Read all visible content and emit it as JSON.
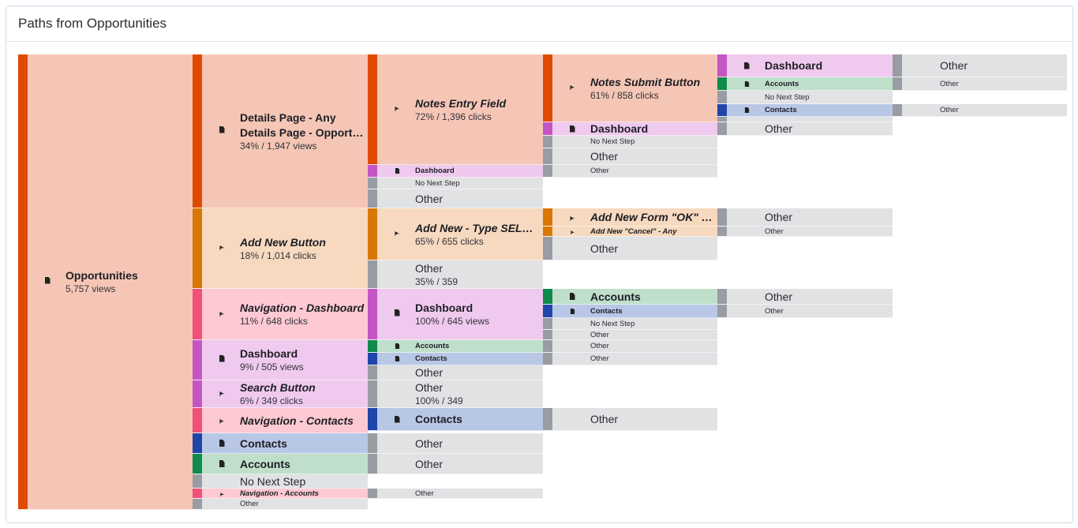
{
  "title": "Paths from Opportunities",
  "colors": {
    "red": {
      "bar": "#e04a00",
      "bg": "#f5c6b5"
    },
    "orange": {
      "bar": "#d97706",
      "bg": "#f6d9bf"
    },
    "pink": {
      "bar": "#f0507a",
      "bg": "#fdc9d3"
    },
    "purple": {
      "bar": "#c455c4",
      "bg": "#efc9ee"
    },
    "blue": {
      "bar": "#1f45a8",
      "bg": "#b9c7e6"
    },
    "green": {
      "bar": "#0e8a4a",
      "bg": "#bfdfcb"
    },
    "gray": {
      "bar": "#9a9ca3",
      "bg": "#e1e2e4"
    }
  },
  "nodes": [
    {
      "label": "Opportunities",
      "sub": "5,757 views",
      "icon": "page",
      "color": "red"
    },
    {
      "label": "Details Page - Any",
      "label2": "Details Page - Opportu...",
      "sub": "34% / 1,947 views",
      "icon": "page",
      "color": "red"
    },
    {
      "label": "Add New Button",
      "sub": "18% / 1,014 clicks",
      "icon": "cursor",
      "color": "orange"
    },
    {
      "label": "Navigation - Dashboard",
      "sub": "11% / 648 clicks",
      "icon": "cursor",
      "color": "pink"
    },
    {
      "label": "Dashboard",
      "sub": "9% / 505 views",
      "icon": "page",
      "color": "purple"
    },
    {
      "label": "Search Button",
      "sub": "6% / 349 clicks",
      "icon": "cursor",
      "color": "purple"
    },
    {
      "label": "Navigation - Contacts",
      "icon": "cursor",
      "color": "pink"
    },
    {
      "label": "Contacts",
      "icon": "page",
      "color": "blue"
    },
    {
      "label": "Accounts",
      "icon": "page",
      "color": "green"
    },
    {
      "label": "No Next Step",
      "color": "gray"
    },
    {
      "label": "Navigation - Accounts",
      "icon": "cursor",
      "color": "pink"
    },
    {
      "label": "Other",
      "color": "gray"
    },
    {
      "label": "Notes Entry Field",
      "sub": "72% / 1,396 clicks",
      "icon": "cursor",
      "color": "red"
    },
    {
      "label": "Dashboard",
      "icon": "page",
      "color": "purple"
    },
    {
      "label": "No Next Step",
      "color": "gray"
    },
    {
      "label": "Other",
      "color": "gray"
    },
    {
      "label": "Add New - Type SELECT",
      "sub": "65% / 655 clicks",
      "icon": "cursor",
      "color": "orange"
    },
    {
      "label": "Other",
      "sub": "35% / 359",
      "color": "gray"
    },
    {
      "label": "Dashboard",
      "sub": "100% / 645 views",
      "icon": "page",
      "color": "purple"
    },
    {
      "label": "Accounts",
      "icon": "page",
      "color": "green"
    },
    {
      "label": "Contacts",
      "icon": "page",
      "color": "blue"
    },
    {
      "label": "Other",
      "color": "gray"
    },
    {
      "label": "Other",
      "sub": "100% / 349",
      "color": "gray"
    },
    {
      "label": "Contacts",
      "icon": "page",
      "color": "blue"
    },
    {
      "label": "Other",
      "color": "gray"
    },
    {
      "label": "Other",
      "color": "gray"
    },
    {
      "label": "Other",
      "color": "gray"
    },
    {
      "label": "Notes Submit Button",
      "sub": "61% / 858 clicks",
      "icon": "cursor",
      "color": "red"
    },
    {
      "label": "Dashboard",
      "icon": "page",
      "color": "purple"
    },
    {
      "label": "No Next Step",
      "color": "gray"
    },
    {
      "label": "Other",
      "color": "gray"
    },
    {
      "label": "Other",
      "color": "gray"
    },
    {
      "label": "Add New Form \"OK\" B...",
      "icon": "cursor",
      "color": "orange"
    },
    {
      "label": "Add New \"Cancel\" - Any",
      "icon": "cursor",
      "color": "orange"
    },
    {
      "label": "Other",
      "color": "gray"
    },
    {
      "label": "Accounts",
      "icon": "page",
      "color": "green"
    },
    {
      "label": "Contacts",
      "icon": "page",
      "color": "blue"
    },
    {
      "label": "No Next Step",
      "color": "gray"
    },
    {
      "label": "Other",
      "color": "gray"
    },
    {
      "label": "Other",
      "color": "gray"
    },
    {
      "label": "Other",
      "color": "gray"
    },
    {
      "label": "Other",
      "color": "gray"
    },
    {
      "label": "Dashboard",
      "icon": "page",
      "color": "purple"
    },
    {
      "label": "Accounts",
      "icon": "page",
      "color": "green"
    },
    {
      "label": "No Next Step",
      "color": "gray"
    },
    {
      "label": "Contacts",
      "icon": "page",
      "color": "blue"
    },
    {
      "label": "...",
      "color": "gray"
    },
    {
      "label": "Other",
      "color": "gray"
    },
    {
      "label": "Other",
      "color": "gray"
    },
    {
      "label": "Other",
      "color": "gray"
    },
    {
      "label": "Other",
      "color": "gray"
    },
    {
      "label": "Other",
      "color": "gray"
    },
    {
      "label": "Other",
      "color": "gray"
    },
    {
      "label": "Other",
      "color": "gray"
    },
    {
      "label": "Other",
      "color": "gray"
    }
  ]
}
